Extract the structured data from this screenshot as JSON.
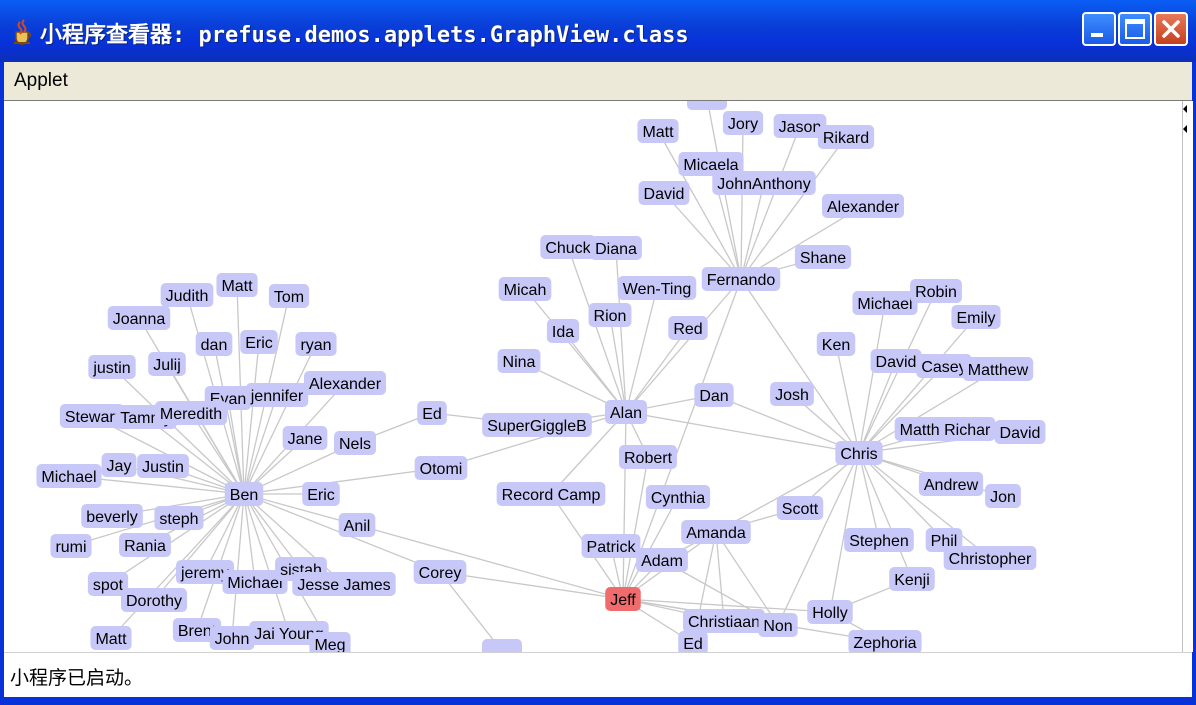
{
  "window": {
    "title": "小程序查看器: prefuse.demos.applets.GraphView.class",
    "menu": [
      "Applet"
    ],
    "status": "小程序已启动。"
  },
  "colors": {
    "node_fill": "#c8c8f8",
    "focus_fill": "#f06b6b",
    "edge": "#c8c8c8",
    "title_bar": "#0831d9",
    "menubar": "#ece9d8"
  },
  "graph": {
    "focus": "Jeff",
    "nodes": [
      {
        "id": "alan",
        "label": "Alan"
      },
      {
        "id": "ben",
        "label": "Ben"
      },
      {
        "id": "chris",
        "label": "Chris"
      },
      {
        "id": "fernando",
        "label": "Fernando"
      },
      {
        "id": "jeff",
        "label": "Jeff"
      },
      {
        "id": "amanda",
        "label": "Amanda"
      },
      {
        "id": "supergiggle",
        "label": "SuperGiggleB"
      },
      {
        "id": "ed1",
        "label": "Ed"
      },
      {
        "id": "otomi",
        "label": "Otomi"
      },
      {
        "id": "corey",
        "label": "Corey"
      },
      {
        "id": "anil",
        "label": "Anil"
      },
      {
        "id": "dan1",
        "label": "Dan"
      },
      {
        "id": "robert",
        "label": "Robert"
      },
      {
        "id": "cynthia",
        "label": "Cynthia"
      },
      {
        "id": "recordcamp",
        "label": "Record Camp"
      },
      {
        "id": "patrick",
        "label": "Patrick"
      },
      {
        "id": "adam",
        "label": "Adam"
      },
      {
        "id": "christiaan",
        "label": "Christiaan"
      },
      {
        "id": "ed2",
        "label": "Ed"
      },
      {
        "id": "non",
        "label": "Non"
      },
      {
        "id": "holly",
        "label": "Holly"
      },
      {
        "id": "zephoria",
        "label": "Zephoria"
      },
      {
        "id": "kenji",
        "label": "Kenji"
      },
      {
        "id": "phil",
        "label": "Phil"
      },
      {
        "id": "christopher",
        "label": "Christopher"
      },
      {
        "id": "stephen",
        "label": "Stephen"
      },
      {
        "id": "scott",
        "label": "Scott"
      },
      {
        "id": "andrew",
        "label": "Andrew"
      },
      {
        "id": "jon",
        "label": "Jon"
      },
      {
        "id": "matthrichard",
        "label": "Matth Richar"
      },
      {
        "id": "david3",
        "label": "David"
      },
      {
        "id": "josh",
        "label": "Josh"
      },
      {
        "id": "david2",
        "label": "David"
      },
      {
        "id": "casey",
        "label": "Casey"
      },
      {
        "id": "matthew",
        "label": "Matthew"
      },
      {
        "id": "ken",
        "label": "Ken"
      },
      {
        "id": "michael3",
        "label": "Michael"
      },
      {
        "id": "robin",
        "label": "Robin"
      },
      {
        "id": "emily",
        "label": "Emily"
      },
      {
        "id": "matt1",
        "label": "Matt"
      },
      {
        "id": "jory",
        "label": "Jory"
      },
      {
        "id": "jason",
        "label": "Jason"
      },
      {
        "id": "rikard",
        "label": "Rikard"
      },
      {
        "id": "micaela",
        "label": "Micaela"
      },
      {
        "id": "johnanthony",
        "label": "JohnAnthony"
      },
      {
        "id": "david1",
        "label": "David"
      },
      {
        "id": "alexander2",
        "label": "Alexander"
      },
      {
        "id": "shane",
        "label": "Shane"
      },
      {
        "id": "chuck",
        "label": "Chuck"
      },
      {
        "id": "diana",
        "label": "Diana"
      },
      {
        "id": "micah",
        "label": "Micah"
      },
      {
        "id": "wenting",
        "label": "Wen-Ting"
      },
      {
        "id": "rion",
        "label": "Rion"
      },
      {
        "id": "ida",
        "label": "Ida"
      },
      {
        "id": "red",
        "label": "Red"
      },
      {
        "id": "nina",
        "label": "Nina"
      },
      {
        "id": "judith",
        "label": "Judith"
      },
      {
        "id": "matt2",
        "label": "Matt"
      },
      {
        "id": "tom",
        "label": "Tom"
      },
      {
        "id": "joanna",
        "label": "Joanna"
      },
      {
        "id": "dan2",
        "label": "dan"
      },
      {
        "id": "eric1",
        "label": "Eric"
      },
      {
        "id": "ryan",
        "label": "ryan"
      },
      {
        "id": "justin1",
        "label": "justin"
      },
      {
        "id": "julij",
        "label": "Julij"
      },
      {
        "id": "evan",
        "label": "Evan"
      },
      {
        "id": "jennifer",
        "label": "jennifer"
      },
      {
        "id": "alexander1",
        "label": "Alexander"
      },
      {
        "id": "stewart",
        "label": "Stewart"
      },
      {
        "id": "tammy",
        "label": "Tammy"
      },
      {
        "id": "meredith",
        "label": "Meredith"
      },
      {
        "id": "jane",
        "label": "Jane"
      },
      {
        "id": "nels",
        "label": "Nels"
      },
      {
        "id": "michael1",
        "label": "Michael"
      },
      {
        "id": "jay",
        "label": "Jay"
      },
      {
        "id": "justin2",
        "label": "Justin"
      },
      {
        "id": "eric2",
        "label": "Eric"
      },
      {
        "id": "beverly",
        "label": "beverly"
      },
      {
        "id": "steph",
        "label": "steph"
      },
      {
        "id": "rumi",
        "label": "rumi"
      },
      {
        "id": "rania",
        "label": "Rania"
      },
      {
        "id": "spot",
        "label": "spot"
      },
      {
        "id": "jeremy",
        "label": "jeremy"
      },
      {
        "id": "michael2",
        "label": "Michael"
      },
      {
        "id": "sistah",
        "label": "sistah"
      },
      {
        "id": "jessejames",
        "label": "Jesse James"
      },
      {
        "id": "dorothy",
        "label": "Dorothy"
      },
      {
        "id": "matt3",
        "label": "Matt"
      },
      {
        "id": "brent",
        "label": "Brent"
      },
      {
        "id": "john",
        "label": "John"
      },
      {
        "id": "jaiyoung",
        "label": "Jai Young"
      },
      {
        "id": "meg",
        "label": "Meg"
      },
      {
        "id": "hidden1",
        "label": ""
      },
      {
        "id": "hidden2",
        "label": ""
      }
    ]
  }
}
